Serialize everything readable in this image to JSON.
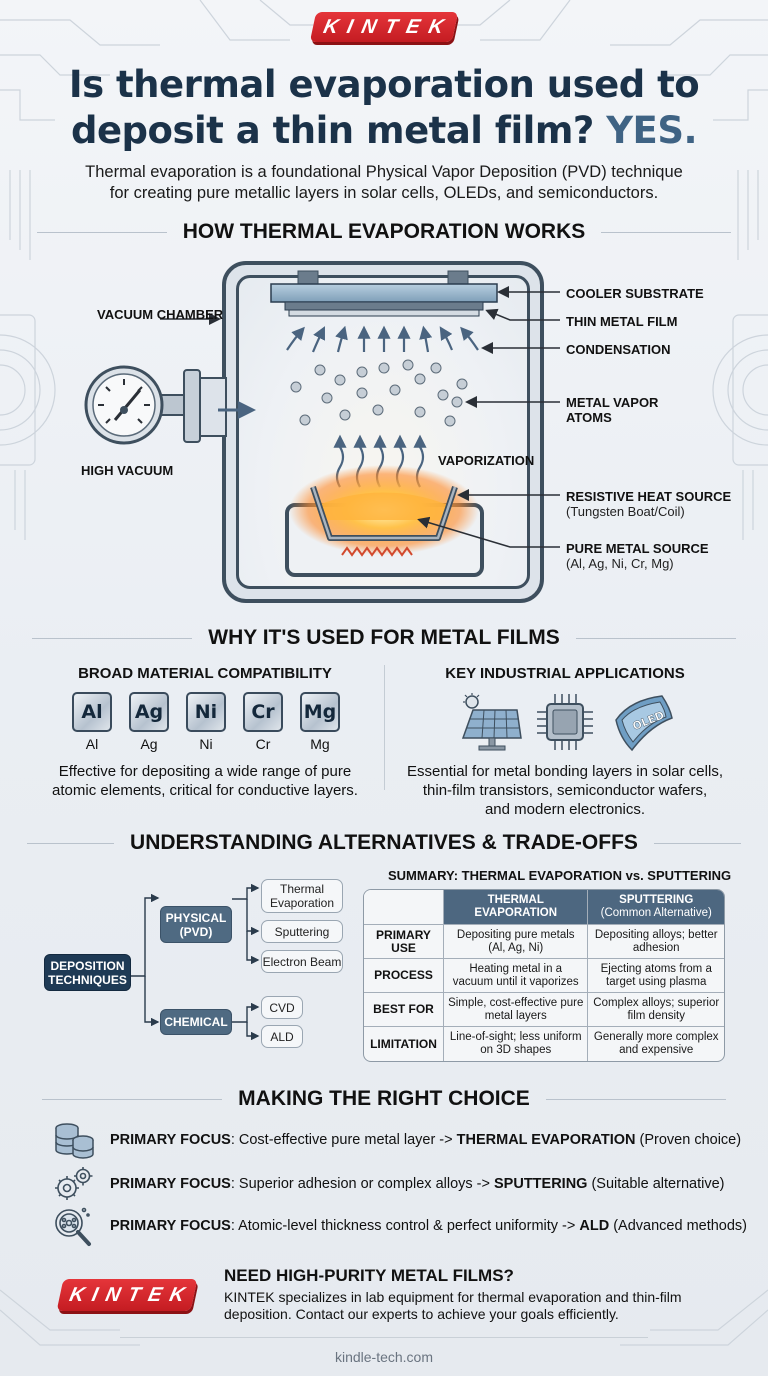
{
  "brand": {
    "logo_text": "KINTEK",
    "accent": "#d42a30",
    "navy": "#1b3249"
  },
  "header": {
    "title_line1": "Is thermal evaporation used to",
    "title_line2": "deposit a thin metal film?",
    "title_answer": "YES.",
    "subtitle_line1": "Thermal evaporation is a foundational Physical Vapor Deposition (PVD) technique",
    "subtitle_line2": "for creating pure metallic layers in solar cells, OLEDs, and semiconductors."
  },
  "how_it_works": {
    "heading": "HOW THERMAL EVAPORATION WORKS",
    "labels": {
      "vacuum_chamber": "VACUUM CHAMBER",
      "high_vacuum": "HIGH VACUUM",
      "cooler_substrate": "COOLER SUBSTRATE",
      "thin_metal_film": "THIN METAL FILM",
      "condensation": "CONDENSATION",
      "metal_vapor_atoms": "METAL VAPOR ATOMS",
      "vaporization": "VAPORIZATION",
      "resistive_heat_source": "RESISTIVE HEAT SOURCE",
      "resistive_heat_source_sub": "(Tungsten Boat/Coil)",
      "pure_metal_source": "PURE METAL SOURCE",
      "pure_metal_source_sub": "(Al, Ag, Ni, Cr, Mg)"
    }
  },
  "why_used": {
    "heading": "WHY IT'S USED FOR METAL FILMS",
    "materials": {
      "heading": "BROAD MATERIAL COMPATIBILITY",
      "elements": [
        {
          "symbol": "Al",
          "name": "Al"
        },
        {
          "symbol": "Ag",
          "name": "Ag"
        },
        {
          "symbol": "Ni",
          "name": "Ni"
        },
        {
          "symbol": "Cr",
          "name": "Cr"
        },
        {
          "symbol": "Mg",
          "name": "Mg"
        }
      ],
      "text_line1": "Effective for depositing a wide range of pure",
      "text_line2": "atomic elements, critical for conductive layers."
    },
    "applications": {
      "heading": "KEY INDUSTRIAL APPLICATIONS",
      "icons": [
        "solar-panel-icon",
        "microchip-icon",
        "oled-display-icon"
      ],
      "oled_label": "OLED",
      "text_line1": "Essential for metal bonding layers in solar cells,",
      "text_line2": "thin-film transistors, semiconductor wafers,",
      "text_line3": "and modern electronics."
    }
  },
  "alternatives": {
    "heading": "UNDERSTANDING ALTERNATIVES & TRADE-OFFS",
    "tree": {
      "root": "DEPOSITION TECHNIQUES",
      "physical": "PHYSICAL (PVD)",
      "chemical": "CHEMICAL",
      "physical_children": [
        "Thermal Evaporation",
        "Sputtering",
        "Electron Beam"
      ],
      "chemical_children": [
        "CVD",
        "ALD"
      ]
    },
    "table": {
      "title": "SUMMARY: THERMAL EVAPORATION vs. SPUTTERING",
      "col1": "THERMAL EVAPORATION",
      "col2_line1": "SPUTTERING",
      "col2_line2": "(Common Alternative)",
      "rows": [
        {
          "label": "PRIMARY USE",
          "thermal": "Depositing pure metals (Al, Ag, Ni)",
          "sputtering": "Depositing alloys; better adhesion"
        },
        {
          "label": "PROCESS",
          "thermal": "Heating metal in a vacuum until it vaporizes",
          "sputtering": "Ejecting atoms from a target using plasma"
        },
        {
          "label": "BEST FOR",
          "thermal": "Simple, cost-effective pure metal layers",
          "sputtering": "Complex alloys; superior film density"
        },
        {
          "label": "LIMITATION",
          "thermal": "Line-of-sight; less uniform on 3D shapes",
          "sputtering": "Generally more complex and expensive"
        }
      ]
    }
  },
  "choice": {
    "heading": "MAKING THE RIGHT CHOICE",
    "items": [
      {
        "icon": "coin-stack-icon",
        "prefix": "PRIMARY FOCUS",
        "text": ": Cost-effective pure metal layer -> ",
        "method": "THERMAL EVAPORATION",
        "note": " (Proven choice)"
      },
      {
        "icon": "gears-icon",
        "prefix": "PRIMARY FOCUS",
        "text": ": Superior adhesion or complex alloys -> ",
        "method": "SPUTTERING",
        "note": " (Suitable alternative)"
      },
      {
        "icon": "magnifier-atom-icon",
        "prefix": "PRIMARY FOCUS",
        "text": ": Atomic-level thickness control & perfect uniformity -> ",
        "method": "ALD",
        "note": " (Advanced methods)"
      }
    ]
  },
  "cta": {
    "heading": "NEED HIGH-PURITY METAL FILMS?",
    "body": "KINTEK specializes in lab equipment for thermal evaporation and thin-film deposition. Contact our experts to achieve your goals efficiently.",
    "website": "kindle-tech.com"
  }
}
